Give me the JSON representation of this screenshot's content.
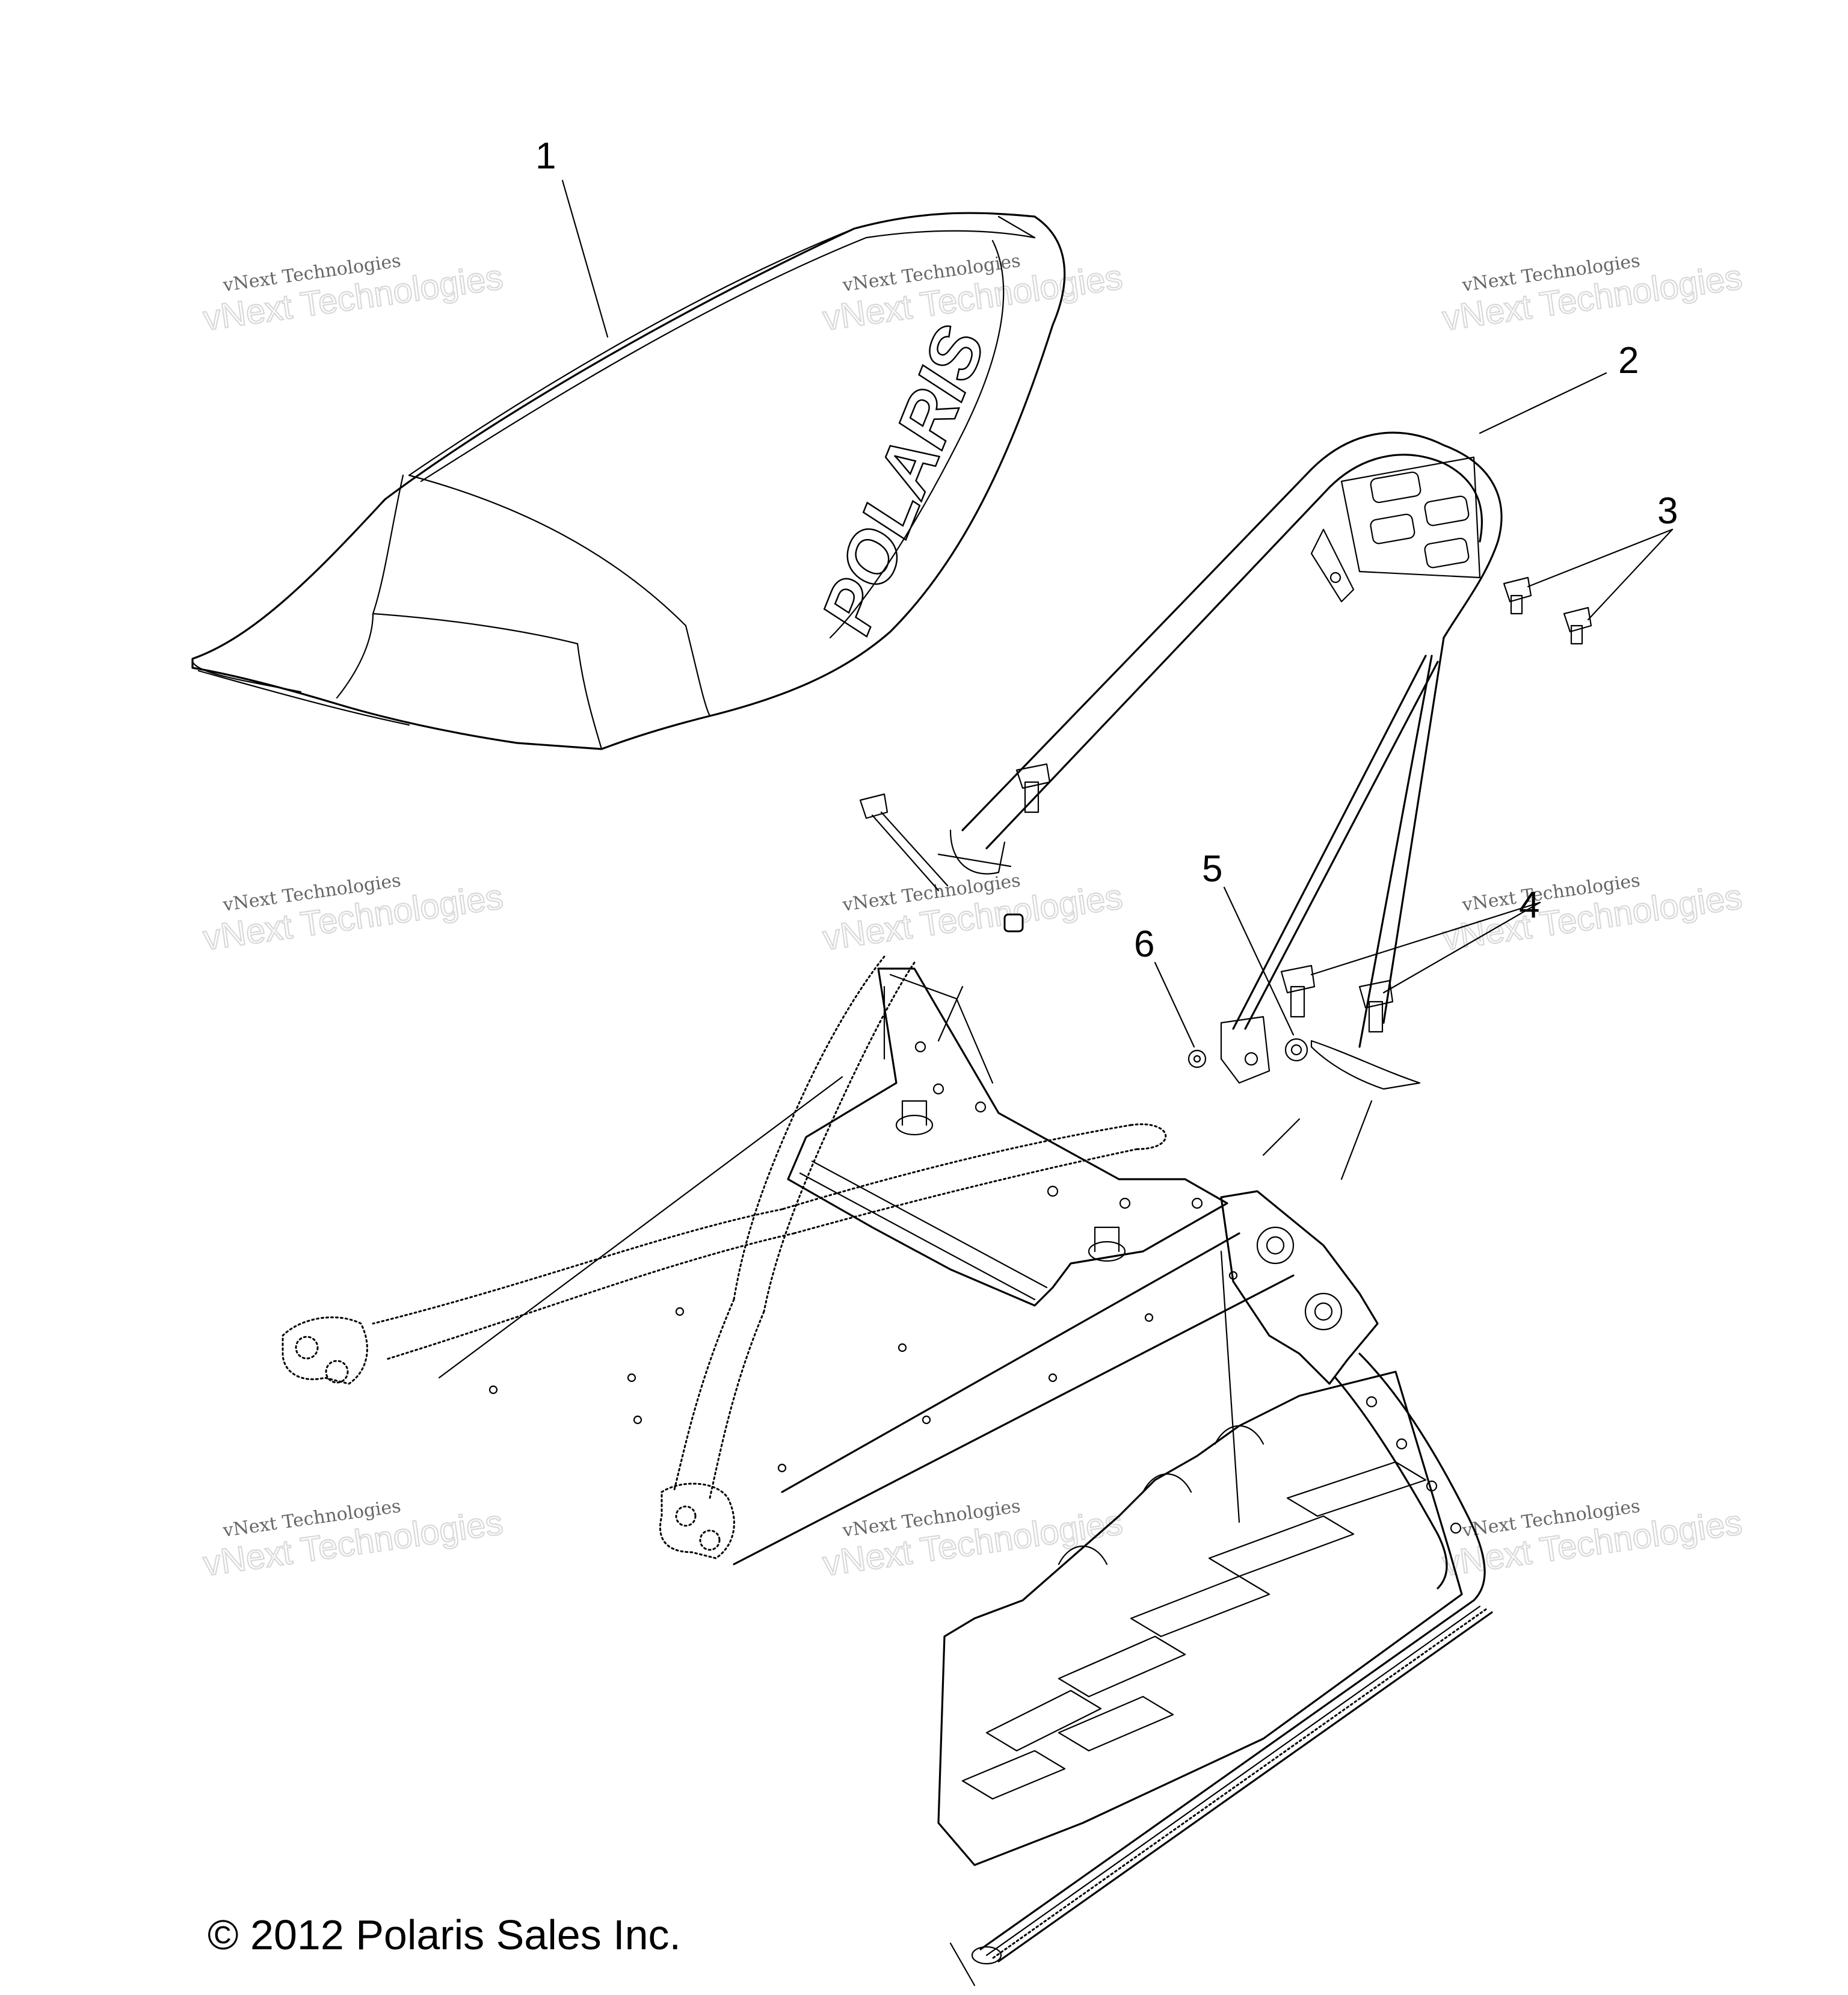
{
  "callouts": [
    {
      "number": "1",
      "part": "seat"
    },
    {
      "number": "2",
      "part": "grab-bar"
    },
    {
      "number": "3",
      "part": "screw"
    },
    {
      "number": "4",
      "part": "bolt"
    },
    {
      "number": "5",
      "part": "washer"
    },
    {
      "number": "6",
      "part": "nut"
    }
  ],
  "seat_brand": "POLARIS",
  "watermark": {
    "small": "vNext Technologies",
    "big": "vNext Technologies"
  },
  "copyright": "© 2012 Polaris Sales Inc."
}
